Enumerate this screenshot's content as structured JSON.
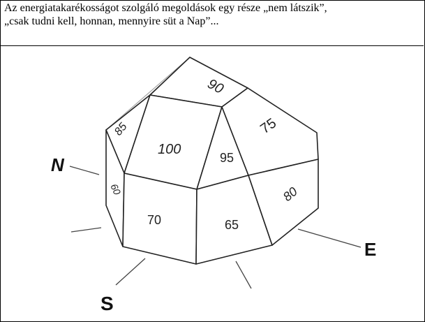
{
  "caption": {
    "line1": "Az energiatakarékosságot szolgáló megoldások egy része „nem látszik”,",
    "line2": "„csak tudni kell, honnan, mennyire süt a Nap”..."
  },
  "compass": {
    "north": "N",
    "east": "E",
    "south": "S"
  },
  "faces": {
    "top_back": "90",
    "top_left_small": "85",
    "roof_front": "100",
    "roof_front_right": "95",
    "roof_right": "75",
    "wall_left": "60",
    "wall_front_left": "70",
    "wall_front_right": "65",
    "wall_right": "80"
  },
  "colors": {
    "stroke": "#222222",
    "face_fill": "#ffffff"
  }
}
